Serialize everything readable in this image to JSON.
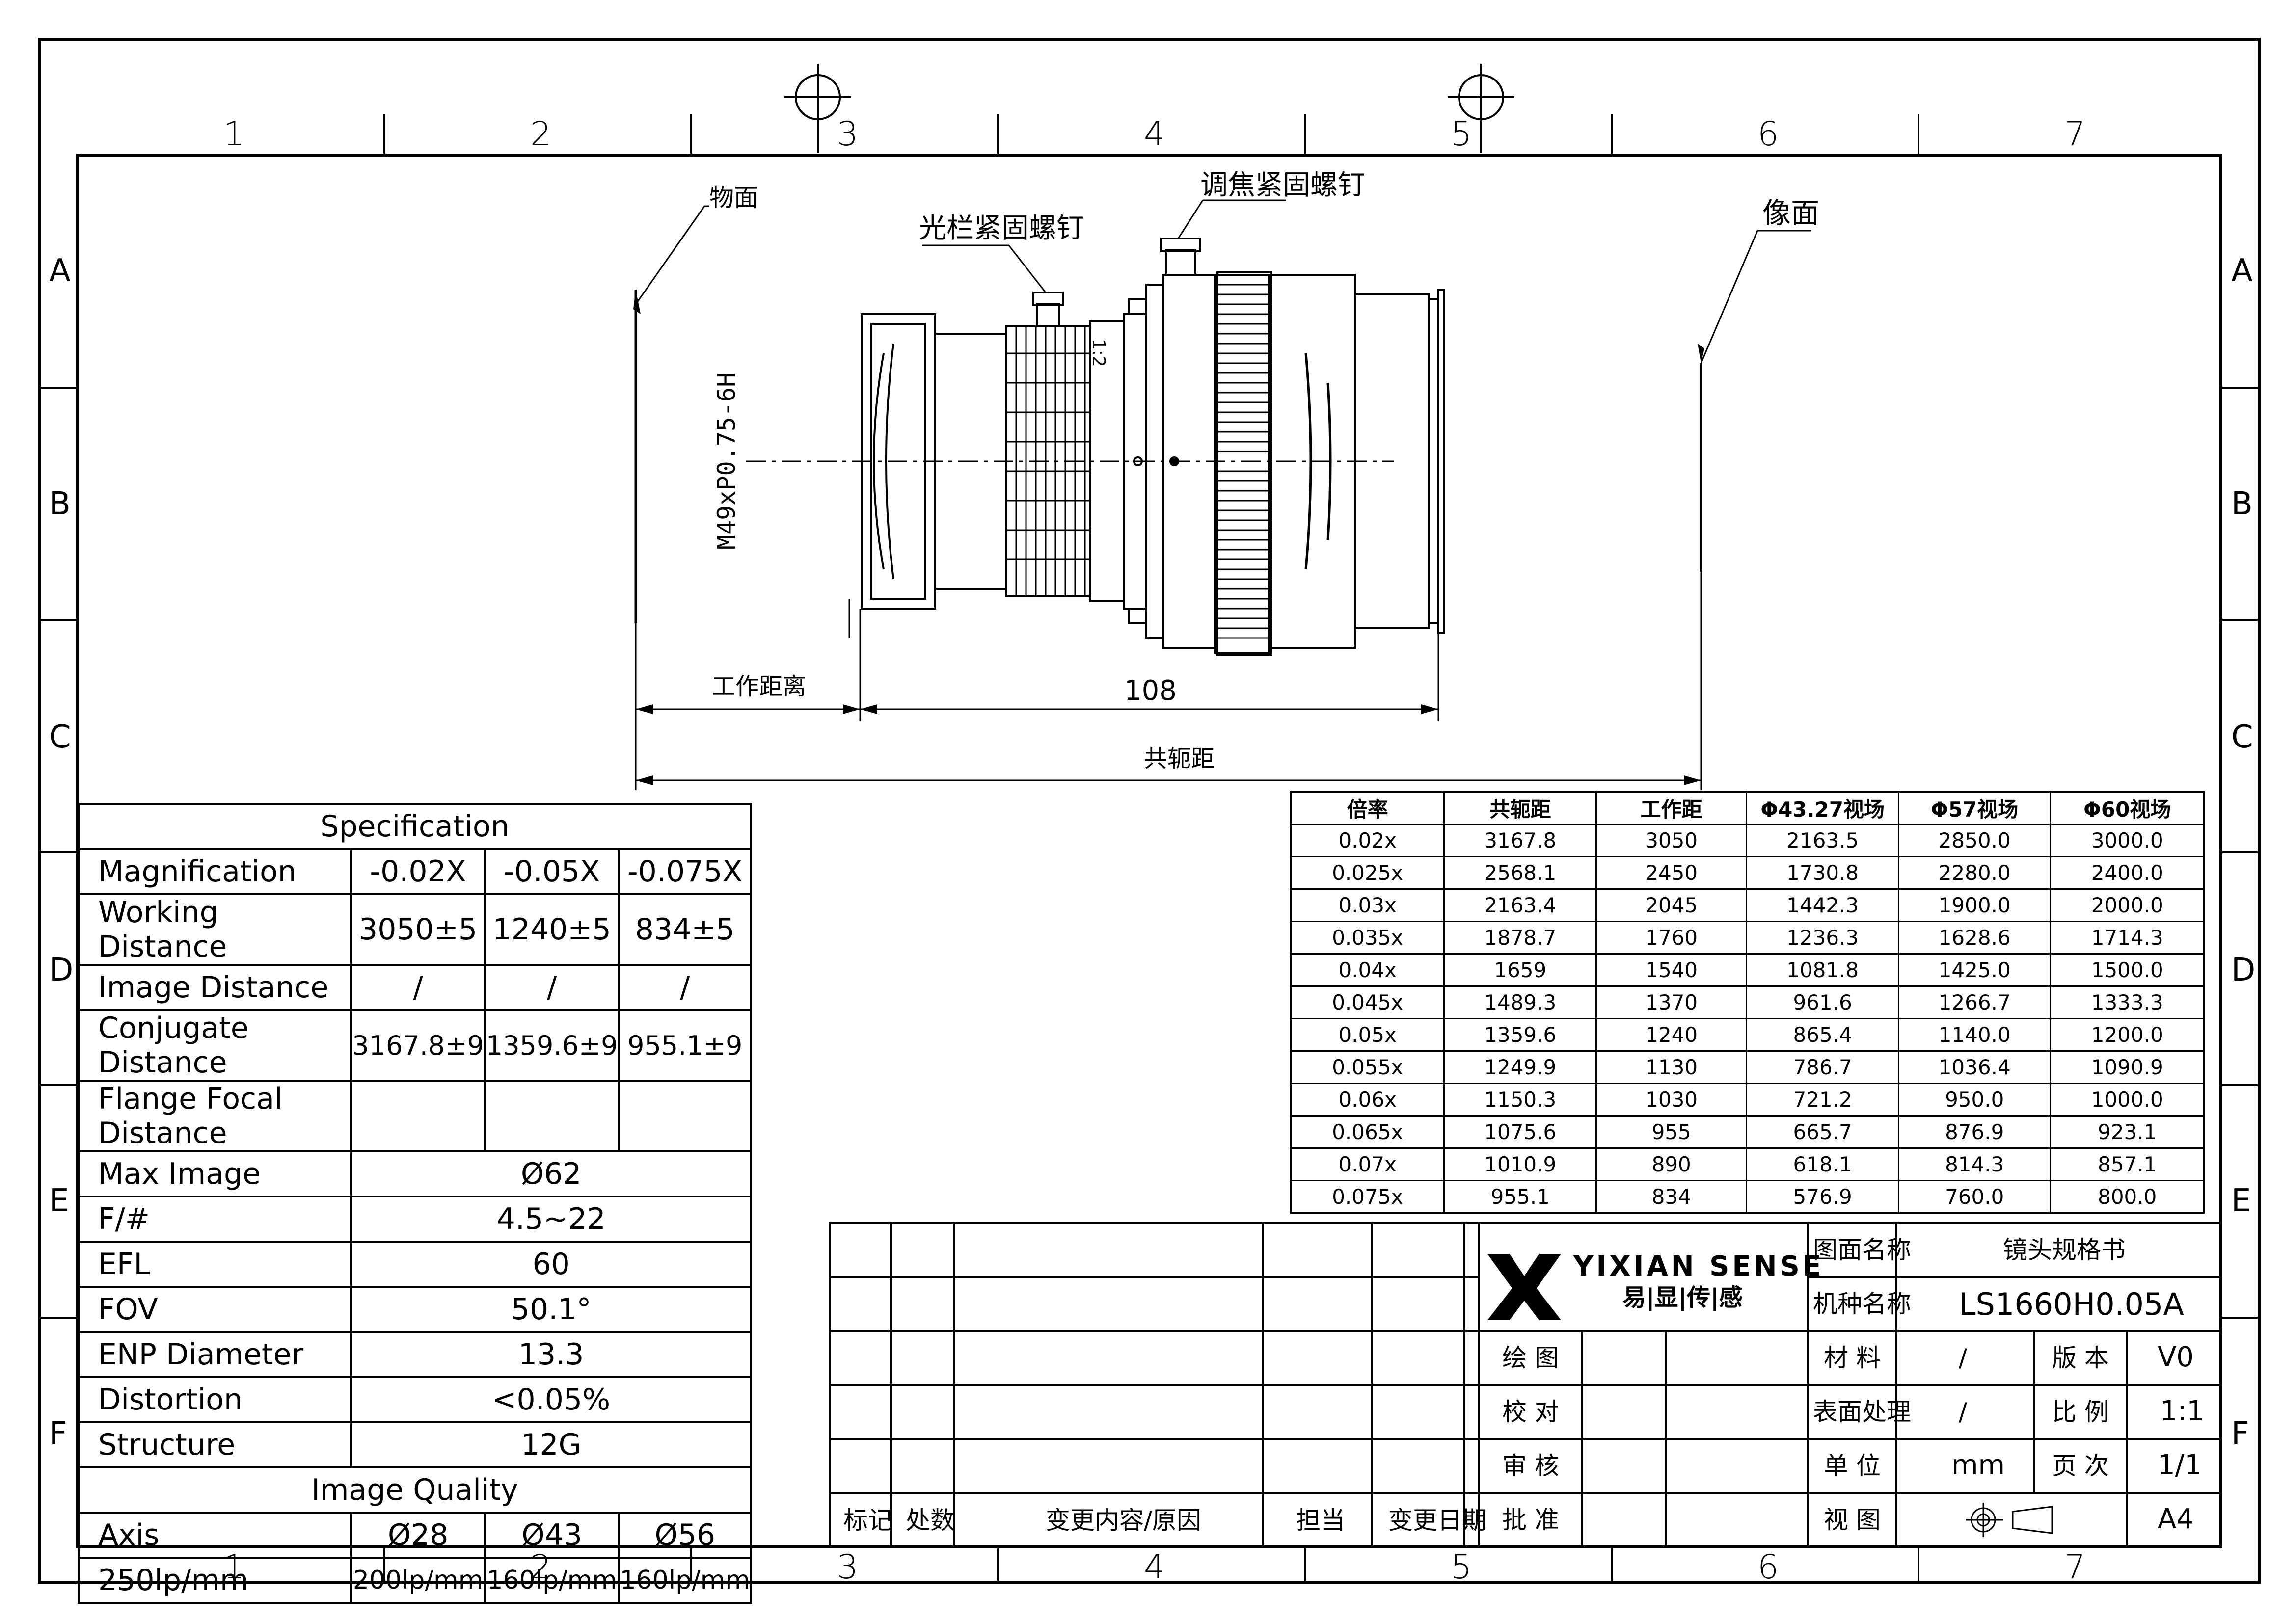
{
  "frame": {
    "columns": [
      "1",
      "2",
      "3",
      "4",
      "5",
      "6",
      "7"
    ],
    "rows": [
      "A",
      "B",
      "C",
      "D",
      "E",
      "F"
    ]
  },
  "lens_drawing": {
    "object_plane": "物面",
    "image_plane": "像面",
    "aperture_screw": "光栏紧固螺钉",
    "focus_screw": "调焦紧固螺钉",
    "thread": "M49xP0.75-6H",
    "working_distance": "工作距离",
    "length": "108",
    "conjugate_distance": "共轭距",
    "ring_mark": "1:2"
  },
  "spec_table": {
    "title": "Specification",
    "rows": [
      {
        "label": "Magnification",
        "cells": [
          "-0.02X",
          "-0.05X",
          "-0.075X"
        ]
      },
      {
        "label": "Working Distance",
        "cells": [
          "3050±5",
          "1240±5",
          "834±5"
        ]
      },
      {
        "label": "Image Distance",
        "cells": [
          "/",
          "/",
          "/"
        ]
      },
      {
        "label": "Conjugate Distance",
        "cells": [
          "3167.8±9",
          "1359.6±9",
          "955.1±9"
        ]
      },
      {
        "label": "Flange Focal Distance",
        "cells": [
          "",
          "",
          ""
        ]
      },
      {
        "label": "Max Image",
        "value": "Ø62"
      },
      {
        "label": "F/#",
        "value": "4.5~22"
      },
      {
        "label": "EFL",
        "value": "60"
      },
      {
        "label": "FOV",
        "value": "50.1°"
      },
      {
        "label": "ENP Diameter",
        "value": "13.3"
      },
      {
        "label": "Distortion",
        "value": "<0.05%"
      },
      {
        "label": "Structure",
        "value": "12G"
      }
    ],
    "image_quality_title": "Image Quality",
    "axis_row": {
      "label": "Axis",
      "cells": [
        "Ø28",
        "Ø43",
        "Ø56"
      ]
    },
    "lp_row": {
      "label": "250lp/mm",
      "cells": [
        "200lp/mm",
        "160lp/mm",
        "160lp/mm"
      ]
    }
  },
  "mag_table": {
    "headers": [
      "倍率",
      "共轭距",
      "工作距",
      "Φ43.27视场",
      "Φ57视场",
      "Φ60视场"
    ],
    "rows": [
      [
        "0.02x",
        "3167.8",
        "3050",
        "2163.5",
        "2850.0",
        "3000.0"
      ],
      [
        "0.025x",
        "2568.1",
        "2450",
        "1730.8",
        "2280.0",
        "2400.0"
      ],
      [
        "0.03x",
        "2163.4",
        "2045",
        "1442.3",
        "1900.0",
        "2000.0"
      ],
      [
        "0.035x",
        "1878.7",
        "1760",
        "1236.3",
        "1628.6",
        "1714.3"
      ],
      [
        "0.04x",
        "1659",
        "1540",
        "1081.8",
        "1425.0",
        "1500.0"
      ],
      [
        "0.045x",
        "1489.3",
        "1370",
        "961.6",
        "1266.7",
        "1333.3"
      ],
      [
        "0.05x",
        "1359.6",
        "1240",
        "865.4",
        "1140.0",
        "1200.0"
      ],
      [
        "0.055x",
        "1249.9",
        "1130",
        "786.7",
        "1036.4",
        "1090.9"
      ],
      [
        "0.06x",
        "1150.3",
        "1030",
        "721.2",
        "950.0",
        "1000.0"
      ],
      [
        "0.065x",
        "1075.6",
        "955",
        "665.7",
        "876.9",
        "923.1"
      ],
      [
        "0.07x",
        "1010.9",
        "890",
        "618.1",
        "814.3",
        "857.1"
      ],
      [
        "0.075x",
        "955.1",
        "834",
        "576.9",
        "760.0",
        "800.0"
      ]
    ]
  },
  "title_block": {
    "revision_headers": [
      "标记",
      "处数",
      "变更内容/原因",
      "担当",
      "变更日期"
    ],
    "logo_text": "YIXIAN SENSE",
    "logo_cn": "易|显|传|感",
    "sign_labels": [
      "绘 图",
      "校 对",
      "审 核",
      "批 准"
    ],
    "drawing_name_label": "图面名称",
    "drawing_name": "镜头规格书",
    "model_label": "机种名称",
    "model": "LS1660H0.05A",
    "material_label": "材 料",
    "material": "/",
    "version_label": "版 本",
    "version": "V0",
    "surface_label": "表面处理",
    "surface": "/",
    "scale_label": "比 例",
    "scale": "1:1",
    "unit_label": "单 位",
    "unit": "mm",
    "page_label": "页 次",
    "page": "1/1",
    "view_label": "视 图",
    "paper": "A4"
  }
}
